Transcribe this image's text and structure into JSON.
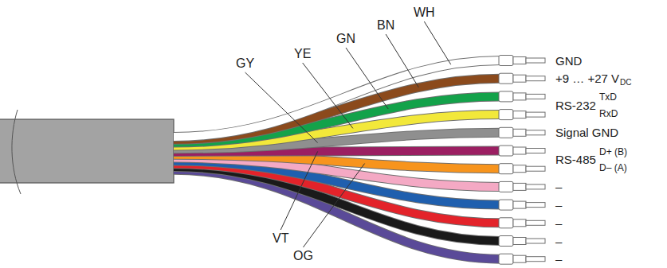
{
  "diagram": {
    "labels": [
      "WH",
      "BN",
      "GN",
      "YE",
      "GY",
      "VT",
      "OG",
      "GND",
      "+9 … +27 V",
      "DC",
      "RS-232",
      "TxD",
      "RxD",
      "Signal GND",
      "RS-485",
      "D+ (B)",
      "D– (A)",
      "–",
      "–",
      "–",
      "–",
      "–"
    ]
  }
}
